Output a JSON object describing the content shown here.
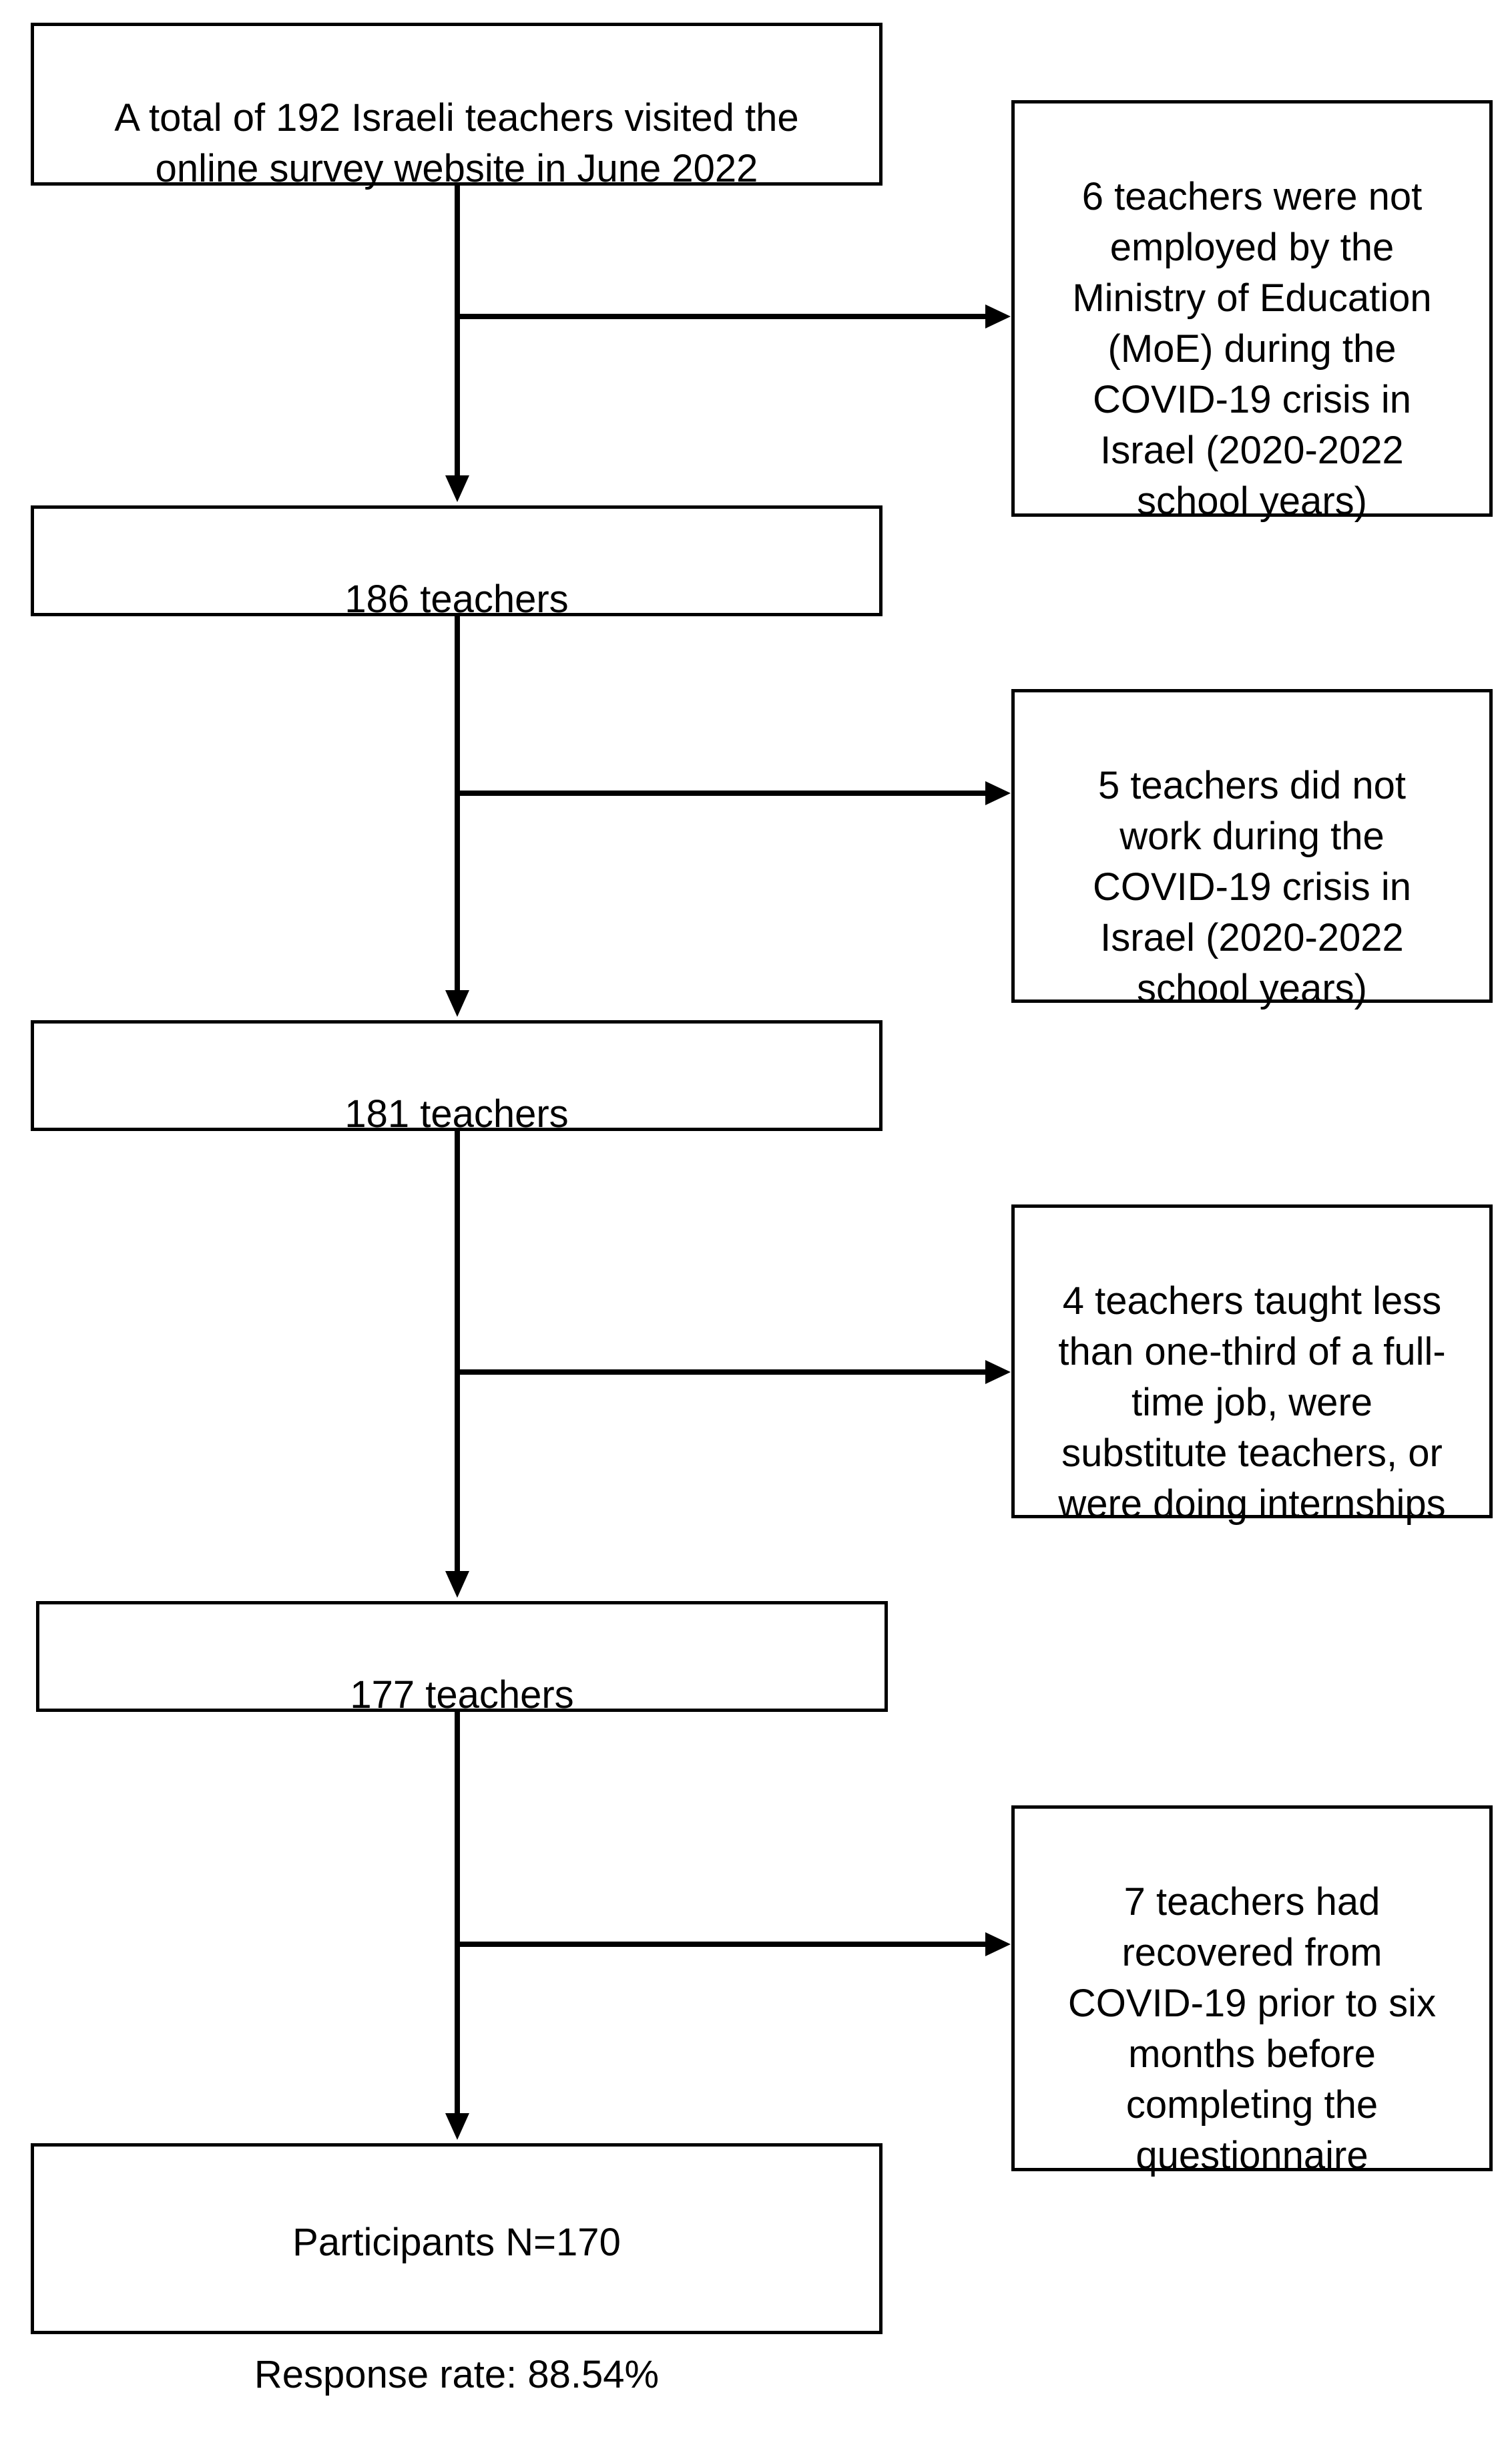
{
  "flow": {
    "start": "A total of 192 Israeli teachers visited the\nonline survey website in June 2022",
    "step1": "186 teachers",
    "step2": "181 teachers",
    "step3": "177 teachers",
    "final": {
      "participants": "Participants N=170",
      "response_rate": "Response rate: 88.54%"
    }
  },
  "exclusions": [
    "6 teachers were not\nemployed by the\nMinistry of Education\n(MoE) during the\nCOVID-19 crisis in\nIsrael (2020-2022\nschool years)",
    "5 teachers did not\nwork during the\nCOVID-19 crisis in\nIsrael (2020-2022\nschool years)",
    "4 teachers taught less\nthan one-third of a full-\ntime job, were\nsubstitute teachers, or\nwere doing internships",
    "7 teachers had\nrecovered from\nCOVID-19 prior to six\nmonths before\ncompleting the\nquestionnaire"
  ],
  "colors": {
    "line": "#000000",
    "background": "#ffffff"
  }
}
